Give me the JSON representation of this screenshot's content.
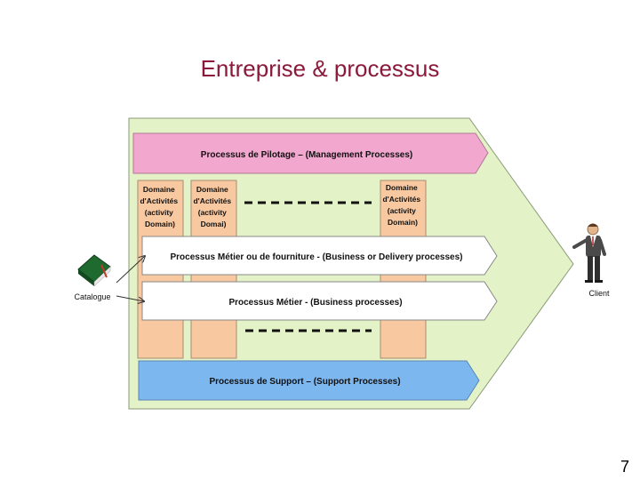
{
  "slide": {
    "title": "Entreprise & processus",
    "page_number": "7"
  },
  "diagram": {
    "pilotage": "Processus de Pilotage – (Management Processes)",
    "domains": [
      [
        "Domaine",
        "d'Activités",
        "(activity",
        "Domain)"
      ],
      [
        "Domaine",
        "d'Activités",
        "(activity",
        "Domai)"
      ],
      [
        "Domaine",
        "d'Activités",
        "(activity",
        "Domain)"
      ]
    ],
    "metier_fourniture": "Processus Métier ou de fourniture  - (Business or Delivery processes)",
    "metier": "Processus Métier - (Business processes)",
    "support": "Processus de Support – (Support Processes)",
    "catalogue": "Catalogue",
    "client": "Client",
    "colors": {
      "background_shape": "#e4f2c8",
      "pilotage": "#f2a7cf",
      "domain": "#f8c9a1",
      "support": "#7db7ef",
      "title": "#8b1a3a"
    }
  }
}
